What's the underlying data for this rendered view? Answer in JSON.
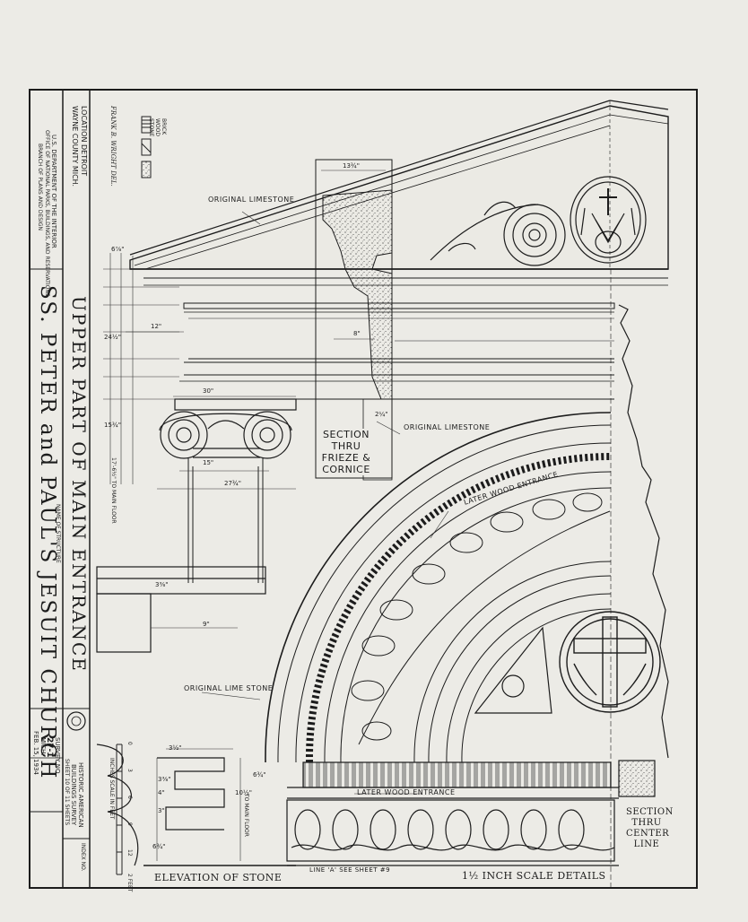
{
  "title_block": {
    "church_name": "SS. PETER and PAUL'S JESUIT CHURCH",
    "sheet_title": "UPPER PART OF MAIN ENTRANCE",
    "name_of_structure_label": "NAME OF STRUCTURE",
    "location": "LOCATION DETROIT",
    "county": "WAYNE COUNTY MICH.",
    "delineator": "FRANK B. WRIGHT DEL.",
    "agency_line1": "U.S. DEPARTMENT OF THE INTERIOR",
    "agency_line2": "OFFICE OF NATIONAL PARKS, BUILDINGS, AND RESERVATIONS",
    "agency_line3": "BRANCH OF PLANS AND DESIGN",
    "survey_line1": "HISTORIC AMERICAN",
    "survey_line2": "BUILDINGS SURVEY",
    "sheet_of": "SHEET 10 OF 11 SHEETS",
    "survey_no_label": "SURVEY NO.",
    "survey_no": "27-1",
    "survey_state": "MICH.",
    "date": "FEB. 15, 1934",
    "index_no": "INDEX NO.",
    "scale_label": "INCHES SCALE IN FEET",
    "scale_ticks": [
      "0",
      "3",
      "6",
      "9",
      "12",
      "2 FEET"
    ]
  },
  "legend": {
    "items": [
      "BRICK",
      "WOOD",
      "STONE"
    ]
  },
  "labels": {
    "original_limestone_1": "ORIGINAL LIMESTONE",
    "original_limestone_2": "ORIGINAL LIMESTONE",
    "original_limestone_3": "ORIGINAL LIME STONE",
    "section_frieze_1": "SECTION",
    "section_frieze_2": "THRU",
    "section_frieze_3": "FRIEZE &",
    "section_frieze_4": "CORNICE",
    "later_wood_entrance_1": "LATER WOOD ENTRANCE",
    "later_wood_entrance_2": "LATER WOOD ENTRANCE",
    "elevation_of_stone": "ELEVATION OF STONE",
    "line_a": "LINE 'A' SEE SHEET #9",
    "scale_details": "1½ INCH SCALE DETAILS",
    "section_center_1": "SECTION",
    "section_center_2": "THRU",
    "section_center_3": "CENTER",
    "section_center_4": "LINE",
    "to_main_floor_1": "17'-6½\" TO MAIN FLOOR",
    "to_main_floor_2": "TO MAIN FLOOR"
  },
  "dimensions": {
    "d1": "13¾\"",
    "d2": "12\"",
    "d3": "30\"",
    "d4": "15\"",
    "d5": "27¾\"",
    "d6": "8\"",
    "d7": "9\"",
    "d8": "3⅜\"",
    "d9": "3½\"",
    "d10": "6¾\"",
    "d11": "10½\"",
    "d12": "24½\"",
    "d13": "15¾\"",
    "d14": "6⅞\"",
    "d15": "2¼\"",
    "d16": "3⅜\"",
    "d17": "4\"",
    "d18": "6¾\"",
    "d19": "3\""
  },
  "colors": {
    "paper": "#ecebe6",
    "ink": "#1c1c1c"
  }
}
